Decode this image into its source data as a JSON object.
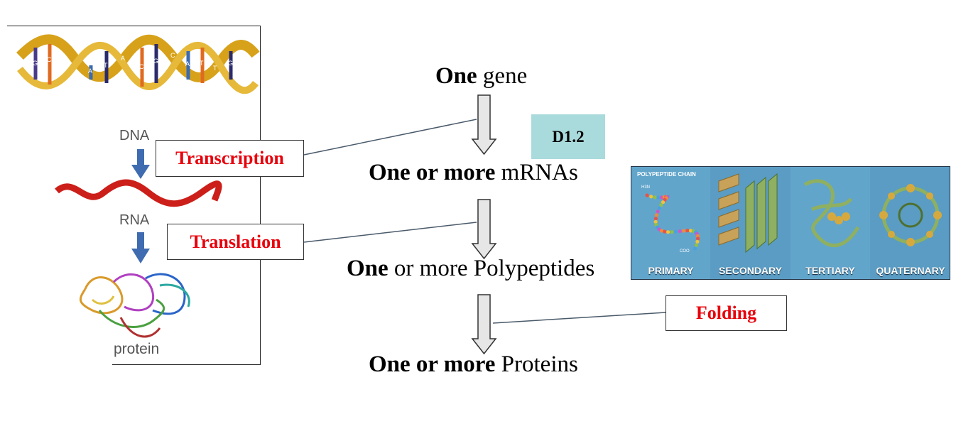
{
  "left_panel": {
    "dna_label": "DNA",
    "rna_label": "RNA",
    "protein_label": "protein",
    "dna_bases": [
      "G",
      "C",
      "A",
      "T",
      "C",
      "G",
      "A",
      "T",
      "G",
      "A",
      "C",
      "T"
    ]
  },
  "process_labels": {
    "transcription": "Transcription",
    "translation": "Translation",
    "folding": "Folding"
  },
  "stages": [
    {
      "bold": "One",
      "rest": " gene"
    },
    {
      "bold": "One or more",
      "rest": " mRNAs"
    },
    {
      "bold": "One",
      "rest": " or more Polypeptides"
    },
    {
      "bold": "One or more",
      "rest": " Proteins"
    }
  ],
  "badge": "D1.2",
  "structures": {
    "caption": "POLYPEPTIDE CHAIN",
    "levels": [
      "PRIMARY",
      "SECONDARY",
      "TERTIARY",
      "QUATERNARY"
    ],
    "termini": [
      "H3N",
      "COO"
    ]
  },
  "colors": {
    "process_text": "#e8000b",
    "badge_bg": "#a9dadc",
    "panel_bg": "#5ea0c6",
    "arrow_blue": "#3f6cb0"
  }
}
